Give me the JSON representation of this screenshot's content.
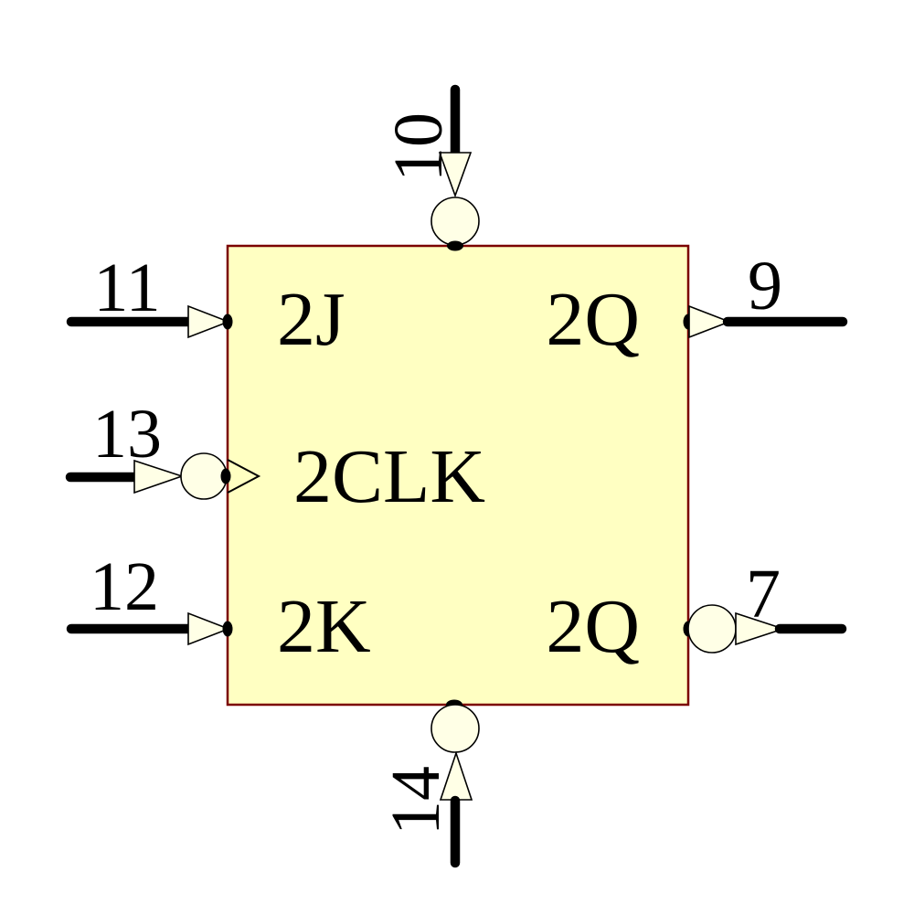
{
  "colors": {
    "background": "#ffffff",
    "body_fill": "#ffffc2",
    "body_border": "#7b0000",
    "pin_shape_fill": "#ffffe6",
    "line": "#000000",
    "text": "#000000"
  },
  "symbol": {
    "kind": "jk-flip-flop-section",
    "pins": {
      "top": {
        "number": "10",
        "bubble": true
      },
      "left_top": {
        "number": "11",
        "label": "2J"
      },
      "left_middle": {
        "number": "13",
        "label": "2CLK",
        "bubble": true,
        "edge_triggered": true
      },
      "left_bottom": {
        "number": "12",
        "label": "2K"
      },
      "right_top": {
        "number": "9",
        "label": "2Q"
      },
      "right_bottom": {
        "number": "7",
        "label": "2Q",
        "bubble": true
      },
      "bottom": {
        "number": "14",
        "bubble": true
      }
    }
  }
}
